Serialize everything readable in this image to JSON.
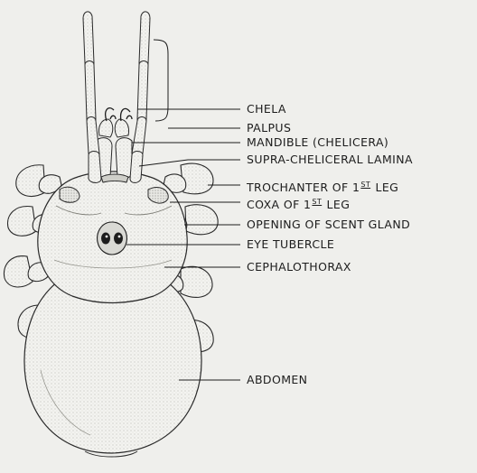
{
  "labels": {
    "chela": "CHELA",
    "palpus": "PALPUS",
    "mandible": "MANDIBLE (CHELICERA)",
    "supra_cheliceral_lamina": "SUPRA-CHELICERAL LAMINA",
    "trochanter_first_leg": {
      "pre": "TROCHANTER OF 1",
      "sup": "ST",
      "post": " LEG"
    },
    "coxa_first_leg": {
      "pre": "COXA OF 1",
      "sup": "ST",
      "post": " LEG"
    },
    "scent_gland_opening": "OPENING OF SCENT GLAND",
    "eye_tubercle": "EYE TUBERCLE",
    "cephalothorax": "CEPHALOTHORAX",
    "abdomen": "ABDOMEN"
  },
  "colors": {
    "background": "#efefec",
    "ink": "#1c1c1c",
    "stipple": "#bdbdb6"
  }
}
